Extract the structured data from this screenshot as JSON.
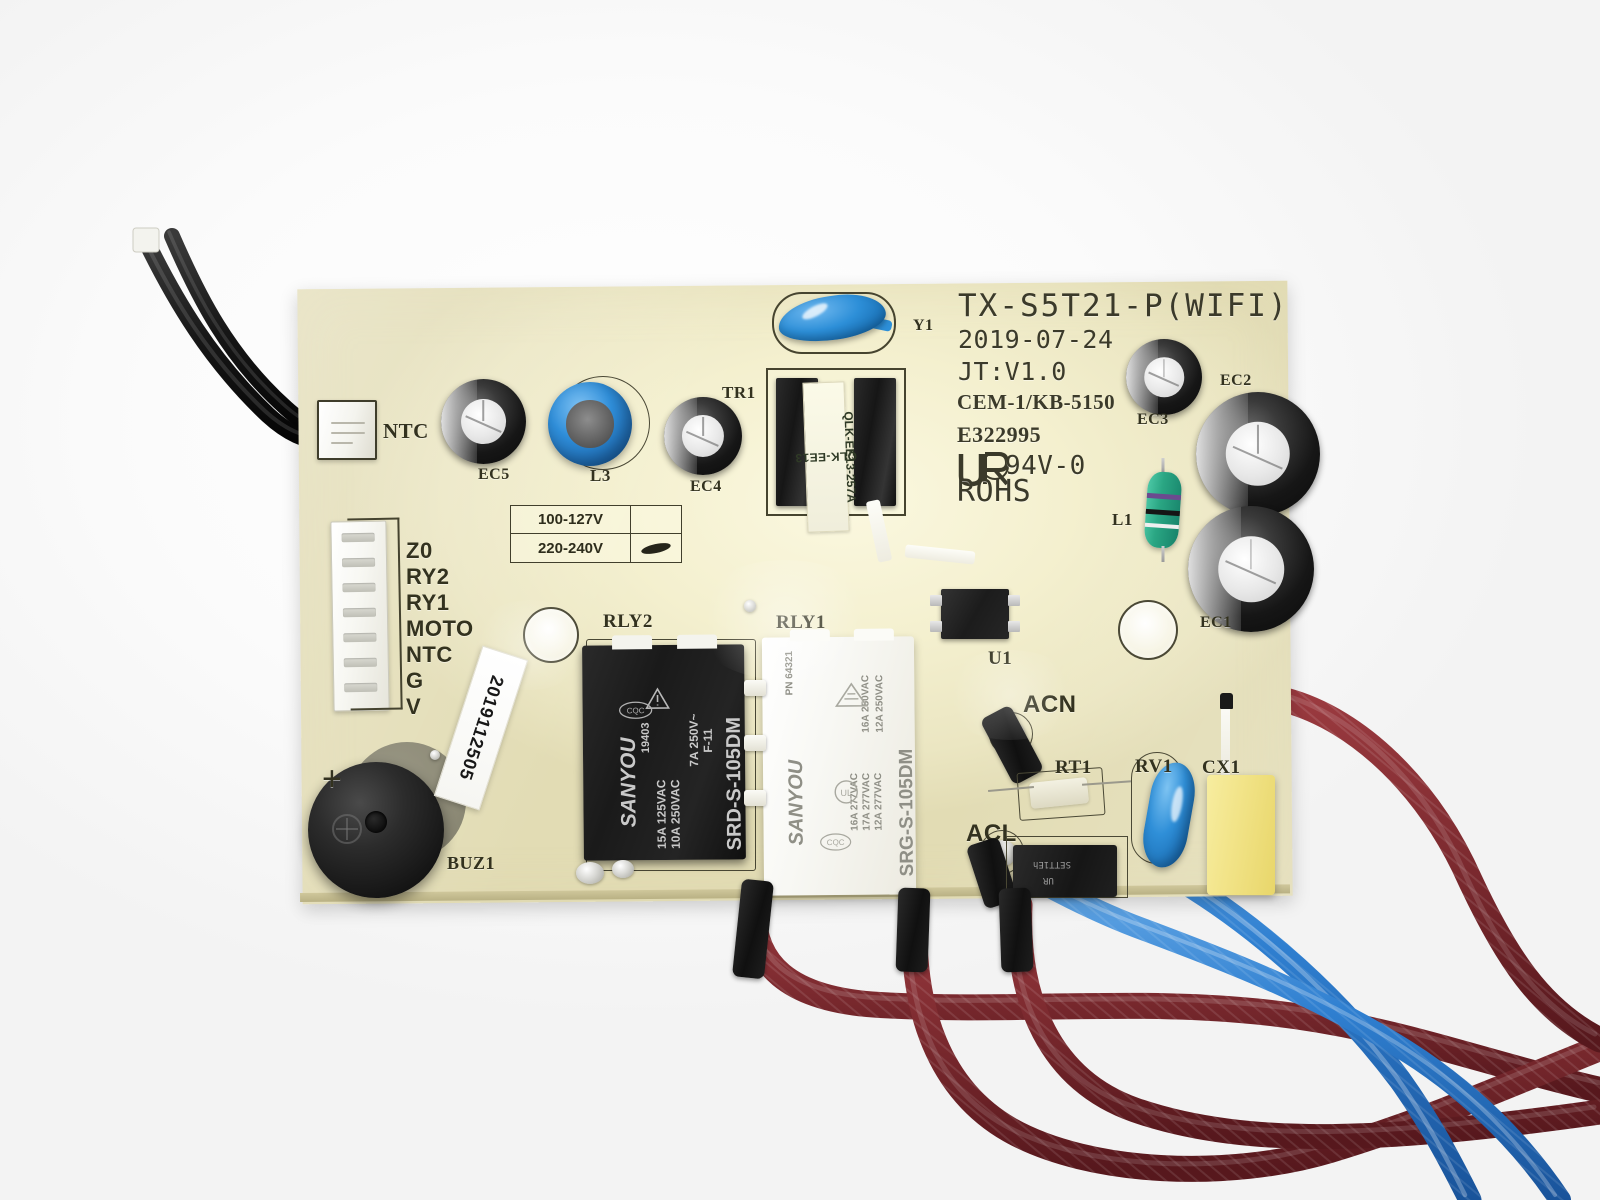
{
  "scene": {
    "subject": "pcb-control-board-with-wires",
    "background_color": "#ffffff",
    "pcb_color": "#f4f0cf"
  },
  "board": {
    "silkscreen": {
      "model": "TX-S5T21-P(WIFI)",
      "date": "2019-07-24",
      "version": "JT:V1.0",
      "material": "CEM-1/KB-5150",
      "ul_file": "E322995",
      "flammability": "94V-0",
      "compliance": "ROHS",
      "ul_mark": "UR"
    },
    "voltage_table": {
      "row1": "100-127V",
      "row2": "220-240V",
      "jumper_on": "220-240V"
    },
    "id_label": "2019112505",
    "transformer_label_line1": "QLK-EE13",
    "transformer_label_line2": "QLK-EE13-257A"
  },
  "designators": {
    "ntc_connector": "NTC",
    "y_cap": "Y1",
    "transformer": "TR1",
    "cap_ec5": "EC5",
    "inductor_l3": "L3",
    "cap_ec4": "EC4",
    "cap_ec3": "EC3",
    "cap_ec2": "EC2",
    "cap_ec1": "EC1",
    "inductor_l1": "L1",
    "relay2": "RLY2",
    "relay1": "RLY1",
    "optocoupler": "U1",
    "buzzer": "BUZ1",
    "ac_neutral": "ACN",
    "ac_live": "ACL",
    "thermistor": "RT1",
    "varistor": "RV1",
    "x_cap": "CX1"
  },
  "connector_pins": [
    "Z0",
    "RY2",
    "RY1",
    "MOTO",
    "NTC",
    "G",
    "V"
  ],
  "polarity_mark": "+",
  "relay_black": {
    "brand": "SANYOU",
    "date_code": "19403",
    "rating_line1": "15A 125VAC",
    "rating_line2": "10A 250VAC",
    "rating_line3": "7A 250V~",
    "class": "F-11",
    "part": "SRD-S-105DM",
    "marks": "CQC UL"
  },
  "relay_white": {
    "brand": "SANYOU",
    "lot": "PN 64321",
    "rating_line1": "16A 277VAC",
    "rating_line2": "17A 277VAC",
    "rating_line3": "12A 277VAC",
    "rating_line4": "16A 250VAC",
    "rating_line5": "12A 250VAC",
    "part": "SRG-S-105DM",
    "marks": "UL CQC"
  },
  "fuse_marks": {
    "line1": "SETT1Eh",
    "line2": "UR"
  },
  "colors": {
    "pcb": "#f4f0cf",
    "silkscreen_text": "#3b3a2a",
    "relay_black": "#1a1a1a",
    "relay_white": "#f8f8f4",
    "capacitor_black": "#161616",
    "inductor_blue": "#2f8ed9",
    "inductor_green": "#2aa683",
    "x_cap_yellow": "#f2e489",
    "wire_red": "#7e2b30",
    "wire_blue": "#2f7fd0",
    "wire_black": "#1c1c1c",
    "heatshrink": "#161616"
  },
  "wires": [
    {
      "name": "ntc-sensor-wire-1",
      "color": "#1c1c1c",
      "type": "black"
    },
    {
      "name": "ntc-sensor-wire-2",
      "color": "#1c1c1c",
      "type": "black"
    },
    {
      "name": "mains-wire-left",
      "color": "#7e2b30",
      "type": "red-braided"
    },
    {
      "name": "mains-wire-center",
      "color": "#7e2b30",
      "type": "red-braided"
    },
    {
      "name": "mains-wire-right",
      "color": "#7e2b30",
      "type": "red-braided"
    },
    {
      "name": "acn-wire",
      "color": "#2f7fd0",
      "type": "blue-braided"
    },
    {
      "name": "acl-wire",
      "color": "#2f7fd0",
      "type": "blue-braided"
    }
  ]
}
